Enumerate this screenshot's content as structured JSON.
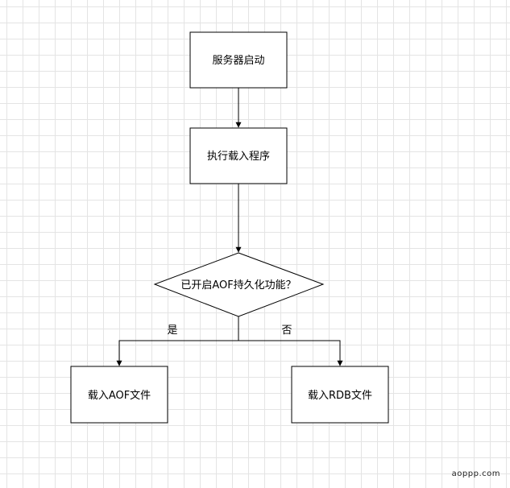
{
  "nodes": {
    "start": {
      "label": "服务器启动",
      "shape": "rectangle"
    },
    "load_program": {
      "label": "执行载入程序",
      "shape": "rectangle"
    },
    "decision": {
      "label": "已开启AOF持久化功能？",
      "shape": "diamond"
    },
    "load_aof": {
      "label": "载入AOF文件",
      "shape": "rectangle"
    },
    "load_rdb": {
      "label": "载入RDB文件",
      "shape": "rectangle"
    }
  },
  "edges": {
    "yes_label": "是",
    "no_label": "否"
  },
  "watermark": "aoppp.com",
  "colors": {
    "stroke": "#000000",
    "fill": "#ffffff",
    "grid": "#e4e4e4"
  }
}
